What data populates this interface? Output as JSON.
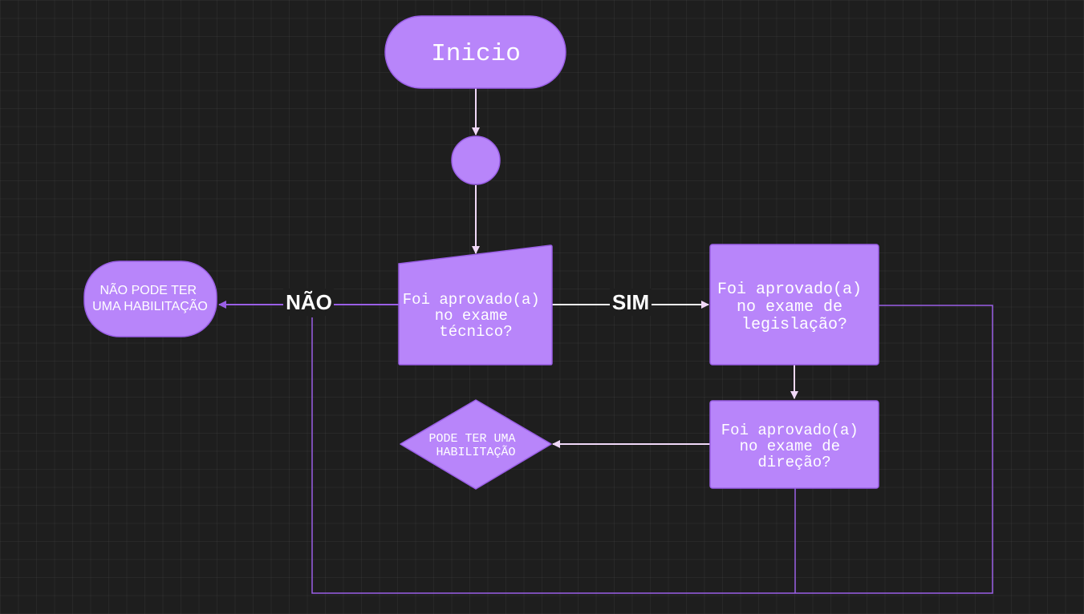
{
  "diagram": {
    "nodes": {
      "start": {
        "label": "Inicio"
      },
      "connector": {
        "label": ""
      },
      "technical_exam": {
        "lines": [
          "Foi aprovado(a)",
          "no exame",
          "técnico?"
        ]
      },
      "legislation_exam": {
        "lines": [
          "Foi aprovado(a)",
          "no exame de",
          "legislação?"
        ]
      },
      "driving_exam": {
        "lines": [
          "Foi aprovado(a)",
          "no exame de",
          "direção?"
        ]
      },
      "no_license": {
        "lines": [
          "NÃO PODE TER",
          "UMA HABILITAÇÃO"
        ]
      },
      "can_license": {
        "lines": [
          "PODE TER UMA",
          "HABILITAÇÃO"
        ]
      }
    },
    "edge_labels": {
      "no": "NÃO",
      "yes": "SIM"
    },
    "colors": {
      "background": "#1e1e1e",
      "node_fill": "#b885fa",
      "node_stroke": "#9a5fe6",
      "arrow_light": "#f0d8f8",
      "arrow_purple": "#9a5fe6",
      "text": "#ffffff"
    }
  }
}
